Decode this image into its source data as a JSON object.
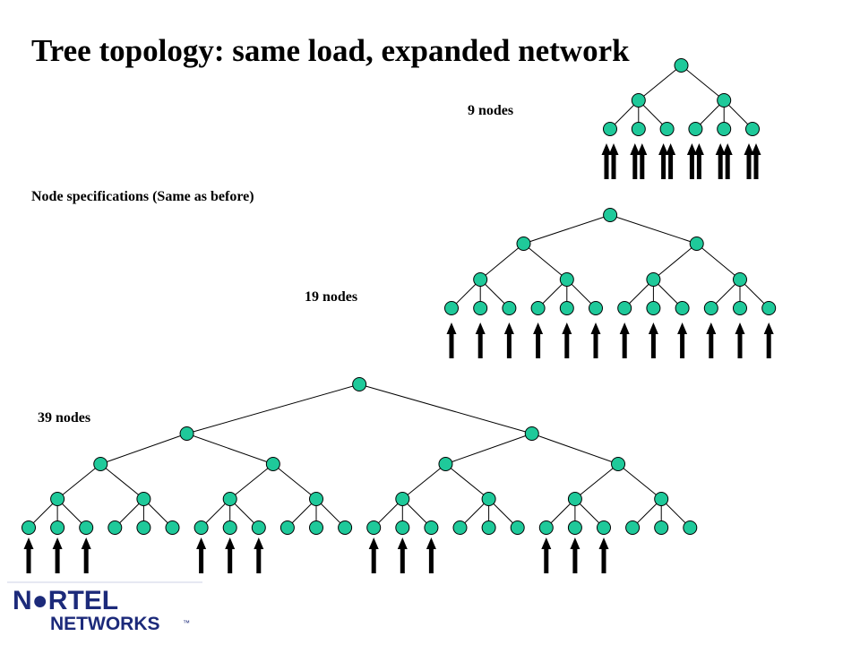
{
  "slide": {
    "title": "Tree topology: same load, expanded network",
    "subtitle": "Node specifications (Same as before)"
  },
  "trees": [
    {
      "label": "9 nodes",
      "levels": [
        1,
        2,
        6
      ],
      "loaded_leaves": [
        0,
        1,
        2,
        3,
        4,
        5
      ],
      "arrow_style": "double"
    },
    {
      "label": "19 nodes",
      "levels": [
        1,
        2,
        4,
        12
      ],
      "loaded_leaves": [
        0,
        1,
        2,
        3,
        4,
        5,
        6,
        7,
        8,
        9,
        10,
        11
      ],
      "arrow_style": "single"
    },
    {
      "label": "39 nodes",
      "levels": [
        1,
        2,
        4,
        8,
        24
      ],
      "loaded_leaves": [
        0,
        1,
        2,
        6,
        7,
        8,
        12,
        13,
        14,
        18,
        19,
        20
      ],
      "arrow_style": "single"
    }
  ],
  "colors": {
    "node_fill": "#1fc99a",
    "node_stroke": "#000000",
    "logo": "#1c2a7a"
  },
  "logo": {
    "line1": "N●RTEL",
    "line2": "NETWORKS",
    "tm": "™"
  },
  "icons": {
    "arrow": "up-arrow-icon",
    "node": "tree-node-icon"
  }
}
